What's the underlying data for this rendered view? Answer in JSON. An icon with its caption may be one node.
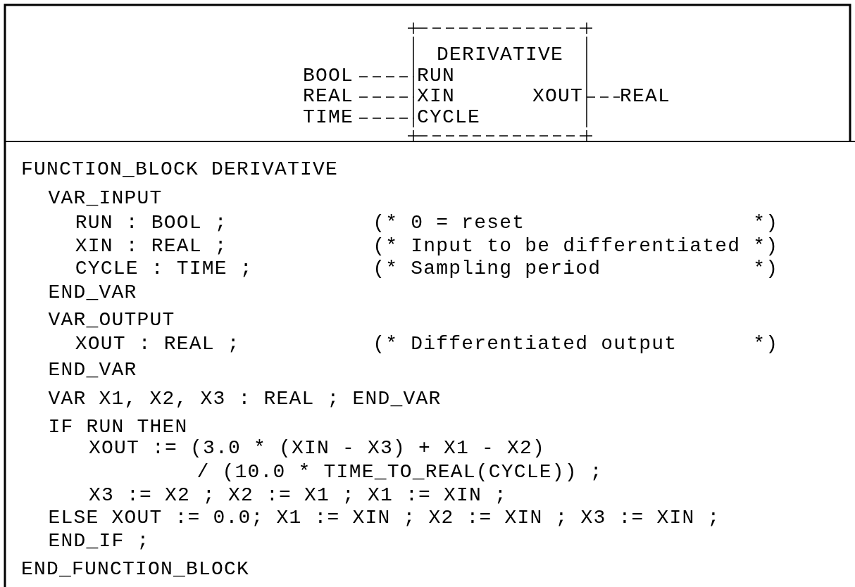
{
  "diagram": {
    "nodes": [
      {
        "text": [
          "DERIVATIVE",
          "RUN",
          "XIN",
          "XOUT",
          "CYCLE"
        ]
      },
      {
        "text": [
          "BOOL"
        ]
      },
      {
        "text": [
          "REAL"
        ]
      },
      {
        "text": [
          "TIME"
        ]
      },
      {
        "text": [
          "REAL"
        ]
      }
    ],
    "edges": [
      {
        "from": 1,
        "to": 0,
        "arrow": "none",
        "style": "dashed"
      },
      {
        "from": 2,
        "to": 0,
        "arrow": "none",
        "style": "dashed"
      },
      {
        "from": 3,
        "to": 0,
        "arrow": "none",
        "style": "dashed"
      },
      {
        "from": 0,
        "to": 4,
        "arrow": "none",
        "style": "dashed"
      }
    ],
    "labels": [
      "FUNCTION_BLOCK DERIVATIVE",
      "VAR_INPUT",
      "RUN : BOOL ;",
      "(* 0 = reset                  *)",
      "XIN : REAL ;",
      "(* Input to be differentiated *)",
      "CYCLE : TIME ;",
      "(* Sampling period            *)",
      "END_VAR",
      "VAR_OUTPUT",
      "XOUT : REAL ;",
      "(* Differentiated output      *)",
      "END_VAR",
      "VAR X1, X2, X3 : REAL ; END_VAR",
      "IF RUN THEN",
      "XOUT := (3.0 * (XIN - X3) + X1 - X2)",
      "/ (10.0 * TIME_TO_REAL(CYCLE)) ;",
      "X3 := X2 ; X2 := X1 ; X1 := XIN ;",
      "ELSE XOUT := 0.0; X1 := XIN ; X2 := XIN ; X3 := XIN ;",
      "END_IF ;",
      "END_FUNCTION_BLOCK"
    ]
  }
}
